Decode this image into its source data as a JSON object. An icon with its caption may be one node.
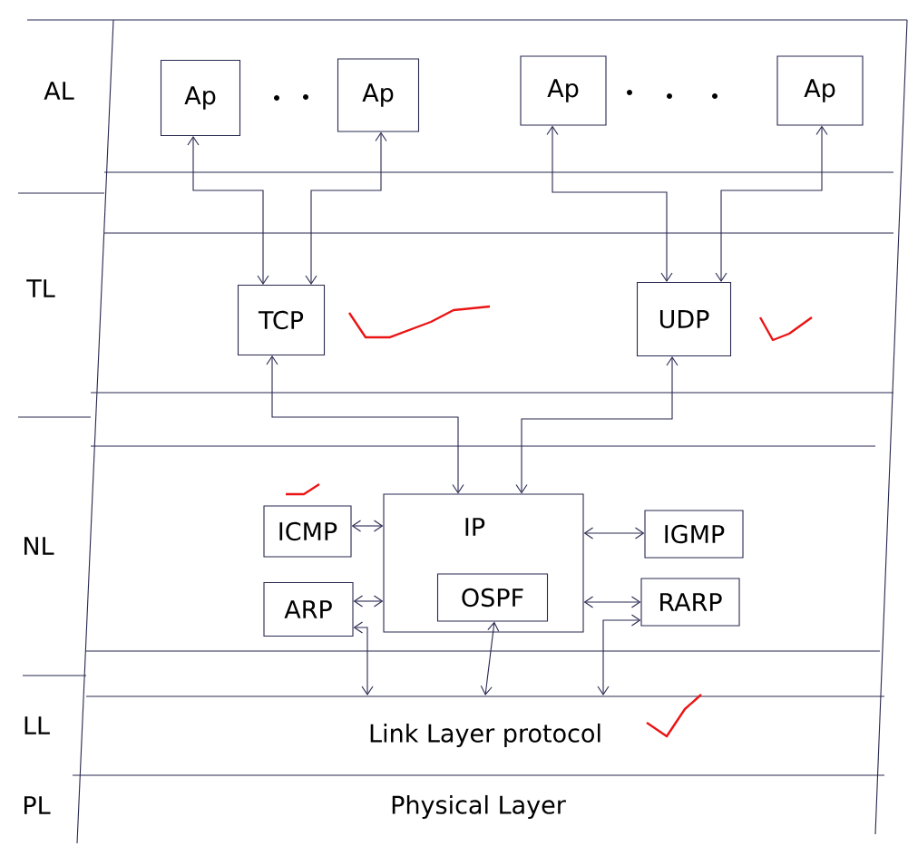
{
  "diagram": {
    "nodes": [
      {
        "text": [
          "Ap"
        ]
      },
      {
        "text": [
          "Ap"
        ]
      },
      {
        "text": [
          "Ap"
        ]
      },
      {
        "text": [
          "Ap"
        ]
      },
      {
        "text": [
          "TCP"
        ]
      },
      {
        "text": [
          "UDP"
        ]
      },
      {
        "text": [
          "IP"
        ]
      },
      {
        "text": [
          "OSPF"
        ],
        "in": 6
      },
      {
        "text": [
          "ICMP"
        ]
      },
      {
        "text": [
          "ARP"
        ]
      },
      {
        "text": [
          "IGMP"
        ]
      },
      {
        "text": [
          "RARP"
        ]
      },
      {
        "text": [
          "Link Layer protocol"
        ]
      },
      {
        "text": [
          "Physical Layer"
        ]
      }
    ],
    "edges": [
      {
        "from": 0,
        "to": 4,
        "arrow": "both"
      },
      {
        "from": 1,
        "to": 4,
        "arrow": "both"
      },
      {
        "from": 2,
        "to": 5,
        "arrow": "both"
      },
      {
        "from": 3,
        "to": 5,
        "arrow": "both"
      },
      {
        "from": 4,
        "to": 6,
        "arrow": "both"
      },
      {
        "from": 5,
        "to": 6,
        "arrow": "both"
      },
      {
        "from": 8,
        "to": 6,
        "arrow": "both"
      },
      {
        "from": 9,
        "to": 6,
        "arrow": "both"
      },
      {
        "from": 6,
        "to": 10,
        "arrow": "both"
      },
      {
        "from": 6,
        "to": 11,
        "arrow": "both"
      },
      {
        "from": 9,
        "to": 12,
        "arrow": "both"
      },
      {
        "from": 7,
        "to": 12,
        "arrow": "both"
      },
      {
        "from": 11,
        "to": 12,
        "arrow": "both"
      }
    ],
    "labels": [
      "AL",
      "TL",
      "NL",
      "LL",
      "PL"
    ]
  }
}
